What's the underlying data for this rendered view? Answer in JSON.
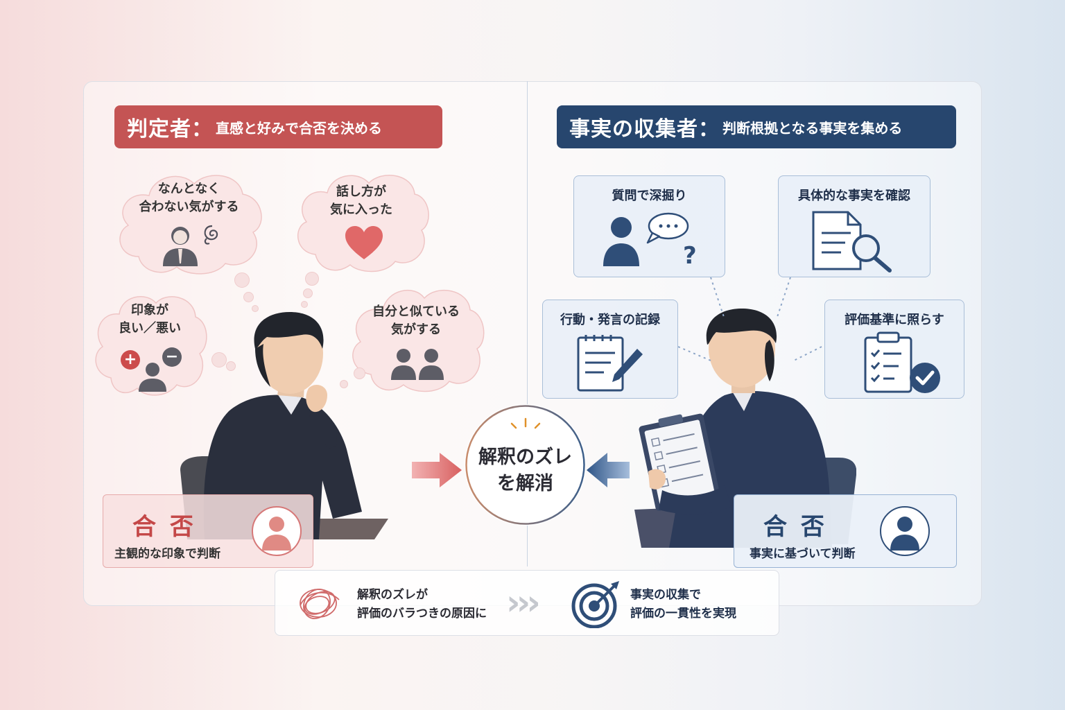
{
  "left": {
    "header_main": "判定者：",
    "header_sub": "直感と好みで合否を決める",
    "bubbles": [
      {
        "line1": "なんとなく",
        "line2": "合わない気がする"
      },
      {
        "line1": "話し方が",
        "line2": "気に入った"
      },
      {
        "line1": "印象が",
        "line2": "良い／悪い"
      },
      {
        "line1": "自分と似ている",
        "line2": "気がする"
      }
    ],
    "plus_sign": "+",
    "minus_sign": "−",
    "result_title": "合 否",
    "result_desc": "主観的な印象で判断",
    "accent": "#c45454"
  },
  "right": {
    "header_main": "事実の収集者：",
    "header_sub": "判断根拠となる事実を集める",
    "facts": [
      {
        "label": "質問で深掘り",
        "icon": "question-dialog-icon"
      },
      {
        "label": "具体的な事実を確認",
        "icon": "document-search-icon"
      },
      {
        "label": "行動・発言の記録",
        "icon": "notepad-pen-icon"
      },
      {
        "label": "評価基準に照らす",
        "icon": "clipboard-check-icon"
      }
    ],
    "dialog_dots": "…",
    "question_mark": "?",
    "result_title": "合 否",
    "result_desc": "事実に基づいて判断",
    "accent": "#27466e"
  },
  "center": {
    "line1": "解釈のズレ",
    "line2": "を解消"
  },
  "bottom": {
    "problem_line1": "解釈のズレが",
    "problem_line2": "評価のバラつきの原因に",
    "chevrons": "›››",
    "solution_line1": "事実の収集で",
    "solution_line2": "評価の一貫性を実現"
  }
}
